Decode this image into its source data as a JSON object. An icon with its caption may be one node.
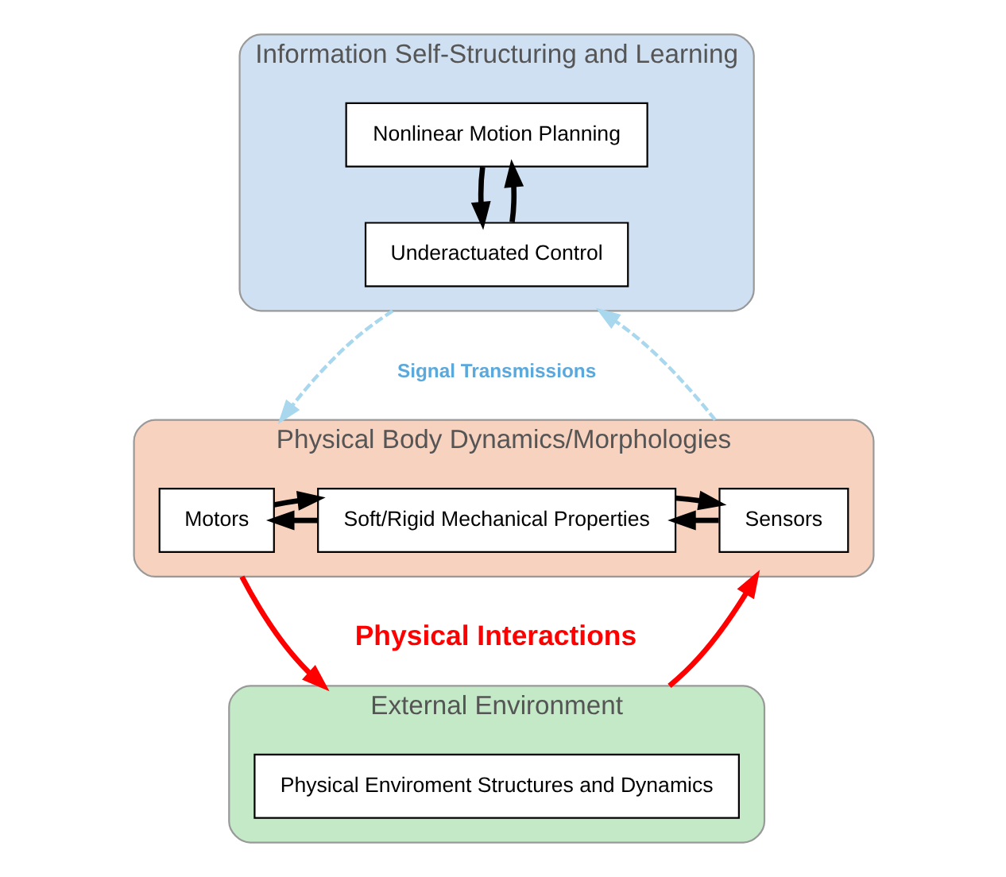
{
  "diagram": {
    "nodes": [
      {
        "text": [
          "Information Self-Structuring and Learning"
        ]
      },
      {
        "text": [
          "Nonlinear Motion Planning"
        ],
        "in": 0
      },
      {
        "text": [
          "Underactuated Control"
        ],
        "in": 0
      },
      {
        "text": [
          "Physical Body Dynamics/Morphologies"
        ]
      },
      {
        "text": [
          "Motors"
        ],
        "in": 3
      },
      {
        "text": [
          "Soft/Rigid Mechanical Properties"
        ],
        "in": 3
      },
      {
        "text": [
          "Sensors"
        ],
        "in": 3
      },
      {
        "text": [
          "External Environment"
        ]
      },
      {
        "text": [
          "Physical Enviroment Structures and Dynamics"
        ],
        "in": 7
      }
    ],
    "edges": [
      {
        "from": 1,
        "to": 2,
        "arrow": "to"
      },
      {
        "from": 2,
        "to": 1,
        "arrow": "to"
      },
      {
        "from": 5,
        "to": 4,
        "arrow": "to"
      },
      {
        "from": 4,
        "to": 5,
        "arrow": "to"
      },
      {
        "from": 6,
        "to": 5,
        "arrow": "to"
      },
      {
        "from": 5,
        "to": 6,
        "arrow": "to"
      },
      {
        "from": 0,
        "to": 3,
        "arrow": "to",
        "style": "dashed",
        "color": "#a9d8ee"
      },
      {
        "from": 3,
        "to": 0,
        "arrow": "to",
        "style": "dashed",
        "color": "#a9d8ee"
      },
      {
        "from": 3,
        "to": 7,
        "arrow": "to",
        "color": "#ff0000"
      },
      {
        "from": 7,
        "to": 3,
        "arrow": "to",
        "color": "#ff0000"
      }
    ],
    "labels": [
      "Signal Transmissions",
      "Physical Interactions"
    ]
  }
}
